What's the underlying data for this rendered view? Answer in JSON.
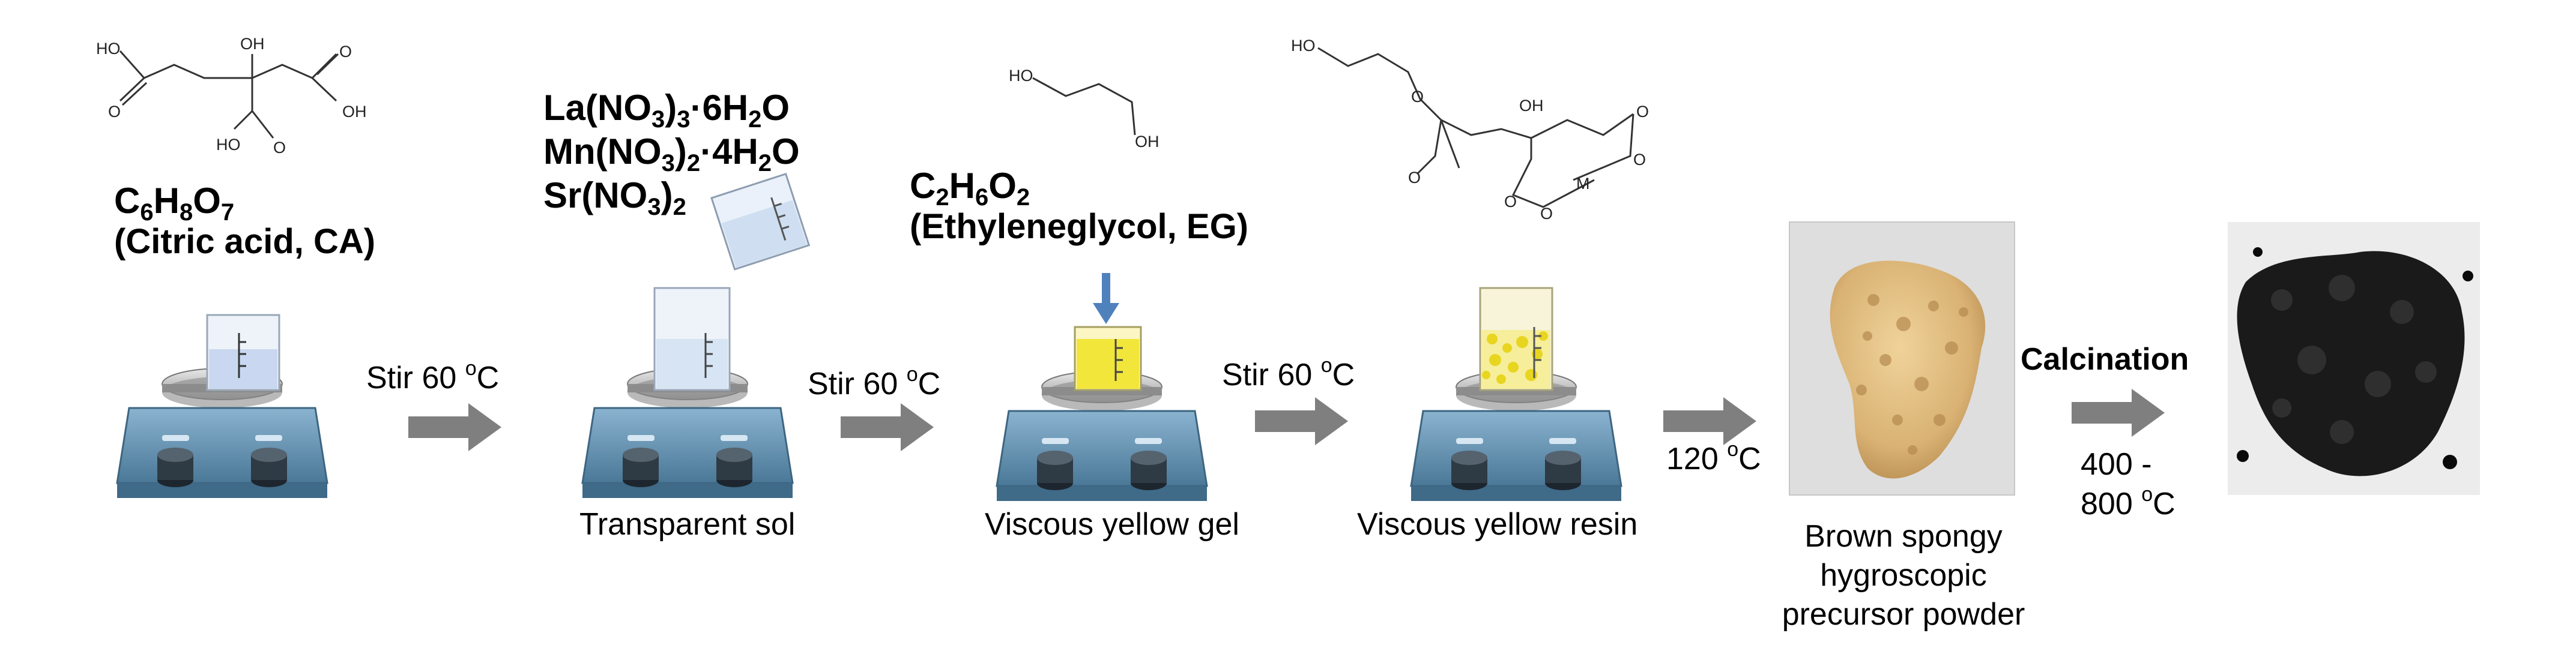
{
  "reagents": {
    "ca_formula": [
      "C",
      "6",
      "H",
      "8",
      "O",
      "7"
    ],
    "ca_name": "(Citric acid, CA)",
    "salt1": [
      "La(NO",
      "3",
      ")",
      "3",
      "·6H",
      "2",
      "O"
    ],
    "salt2": [
      "Mn(NO",
      "3",
      ")",
      "2",
      "·4H",
      "2",
      "O"
    ],
    "salt3": [
      "Sr(NO",
      "3",
      ")",
      "2"
    ],
    "eg_formula": [
      "C",
      "2",
      "H",
      "6",
      "O",
      "2"
    ],
    "eg_name": "(Ethyleneglycol, EG)"
  },
  "structure_labels": {
    "ho": "HO",
    "oh": "OH",
    "o": "O",
    "m": "M"
  },
  "conditions": {
    "stir1": [
      "Stir 60 ",
      "o",
      "C"
    ],
    "stir2": [
      "Stir 60 ",
      "o",
      "C"
    ],
    "stir3": [
      "Stir 60 ",
      "o",
      "C"
    ],
    "dry": [
      "120 ",
      "o",
      "C"
    ],
    "calcination_title": "Calcination",
    "calcination_range_1": "400 -",
    "calcination_range_2": [
      "800 ",
      "o",
      "C"
    ]
  },
  "stages": {
    "transparent_sol": "Transparent sol",
    "viscous_gel": "Viscous yellow gel",
    "viscous_resin": "Viscous yellow resin",
    "precursor_line1": "Brown spongy",
    "precursor_line2": "hygroscopic",
    "precursor_line3": "precursor powder"
  },
  "colors": {
    "arrow": "#7f7f7f",
    "stirrer_body": "#5f8fb0",
    "knob": "#2e3a44",
    "plate": "#9a9a9a",
    "solution_clear": "#c9d8f0",
    "solution_yellow": "#f3e63a",
    "eg_arrow": "#4f81bd",
    "precursor": "#d8b27a",
    "powder": "#1a1a1a"
  }
}
